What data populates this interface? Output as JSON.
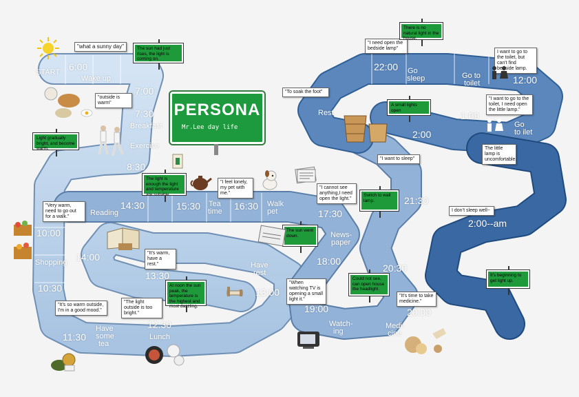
{
  "title": "PERSONA",
  "subtitle": "Mr.Lee day life",
  "times": {
    "t600": "6:00",
    "t700": "7:00",
    "t730": "7:30",
    "t830": "8:30",
    "t1000": "10:00",
    "t1030": "10:30",
    "t1130": "11:30",
    "t1230": "12:30",
    "t1300": "13:00",
    "t1330": "13:30",
    "t1400": "14:00",
    "t1430": "14:30",
    "t1530": "15:30",
    "t1630": "16:30",
    "t1730": "17:30",
    "t1800": "18:00",
    "t1900": "19:00",
    "t2000": "20:00",
    "t2030": "20:30",
    "t2130": "21:30",
    "t2200": "22:00",
    "t1200": "12:00",
    "t100": "1:00",
    "t200": "2:00",
    "t200am": "2:00--am"
  },
  "activities": {
    "start": "START",
    "wakeup": "Wake up",
    "breakfast": "Breakfast",
    "exercise": "Exercise",
    "reading": "Reading",
    "shopping": "Shopping",
    "havetea1": "Have",
    "havetea2": "some",
    "havetea3": "tea",
    "lunch": "Lunch",
    "haverest1": "Have",
    "haverest2": "rest",
    "teatime1": "Tea",
    "teatime2": "time",
    "walkpet1": "Walk",
    "walkpet2": "pet",
    "newspaper1": "News-",
    "newspaper2": "paper",
    "watching1": "Watch-",
    "watching2": "ing",
    "medicine1": "Medi-",
    "medicine2": "cine",
    "rest": "Rest",
    "gosleep1": "Go",
    "gosleep2": "sleep",
    "gotoilet1a": "Go to",
    "gotoilet1b": "toilet",
    "gotoilet2a": "Go",
    "gotoilet2b": "to ilet"
  },
  "bubbles": {
    "sunny": "\"what a sunny day\"",
    "warm_out": "\"outside is warm\"",
    "very_warm": "\"Very warm, need to go out for a walk.\"",
    "warm_mood": "\"It’s so warm outside, I'm in a good mood.\"",
    "too_bright": "\"The light outside is too bright.\"",
    "have_rest": "\"It’s warm, have a rest.\"",
    "lonely": "\"I feel lonely, my pet with me.\"",
    "cannot_see": "\"I cannot see anything,I need open the light.\"",
    "watching_tv": "\"When watching TV is opening a small light it.\"",
    "medicine": "\"It's time to take medicine.\"",
    "want_sleep": "\"I want to sleep\"",
    "soak_foot": "\"To soak the foot\"",
    "bedside": "\"I need open the bedside lamp\"",
    "toilet1": "I want to go to the toilet, but can't find bedside lamp.",
    "toilet2": "\"I want to go to the toilet, I need open the little lamp.\"",
    "little_lamp": "The little lamp is uncomfortable.",
    "dont_sleep": "I don’t sleep well~"
  },
  "signs": {
    "sun_rises": "The sun had just rises, the light is coming on.",
    "gradually": "Light gradually bright, and become warm.",
    "light_enough": "The light is enough the light and temperature are suitable.",
    "noon_sun": "At noon the sun peak, the temperature is the highest and most dazzling.",
    "sun_down": "The sun went down.",
    "switch_wall": "Switch to wall lamp.",
    "open_headlight": "Could not see, can open house the headlight.",
    "small_lights": "A small lights open",
    "no_natural": "There is no natural light in the house.",
    "getting_light": "It's beginning to get light up."
  },
  "colors": {
    "light": "#bcd3ea",
    "mid": "#8fb0d6",
    "dark": "#3f6fa8",
    "darkest": "#2a5990",
    "sign": "#1f9a3a"
  }
}
